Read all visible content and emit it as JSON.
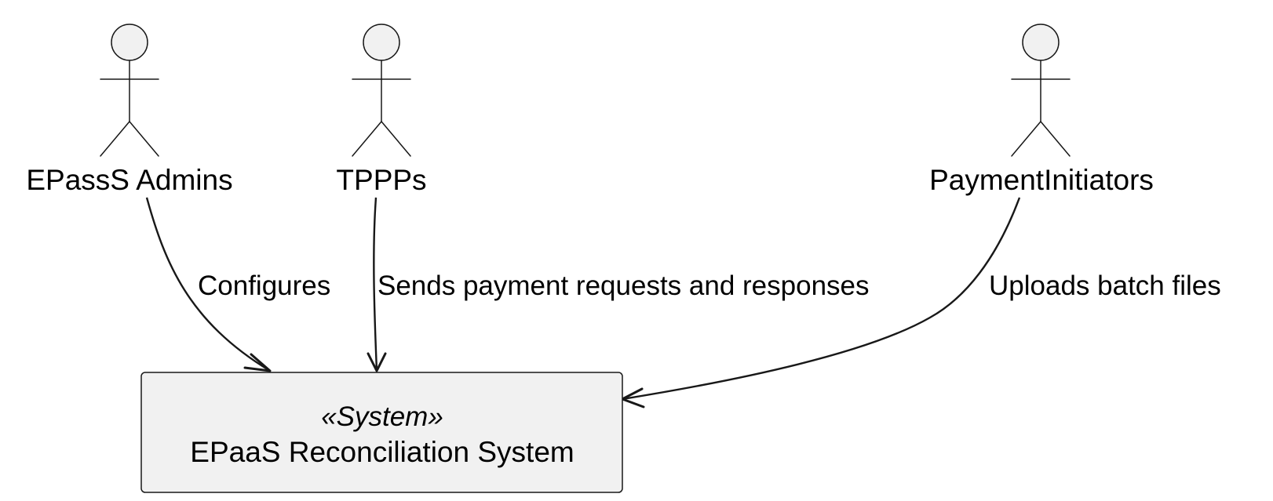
{
  "actors": [
    {
      "id": "epass-admins",
      "label": "EPassS Admins"
    },
    {
      "id": "tppps",
      "label": "TPPPs"
    },
    {
      "id": "payment-initiators",
      "label": "PaymentInitiators"
    }
  ],
  "system": {
    "stereotype": "«System»",
    "name": "EPaaS Reconciliation System"
  },
  "relations": [
    {
      "from": "EPassS Admins",
      "to": "EPaaS Reconciliation System",
      "label": "Configures"
    },
    {
      "from": "TPPPs",
      "to": "EPaaS Reconciliation System",
      "label": "Sends payment requests and responses"
    },
    {
      "from": "PaymentInitiators",
      "to": "EPaaS Reconciliation System",
      "label": "Uploads batch files"
    }
  ],
  "colors": {
    "stroke": "#181818",
    "fill": "#f1f1f1",
    "background": "#ffffff"
  }
}
